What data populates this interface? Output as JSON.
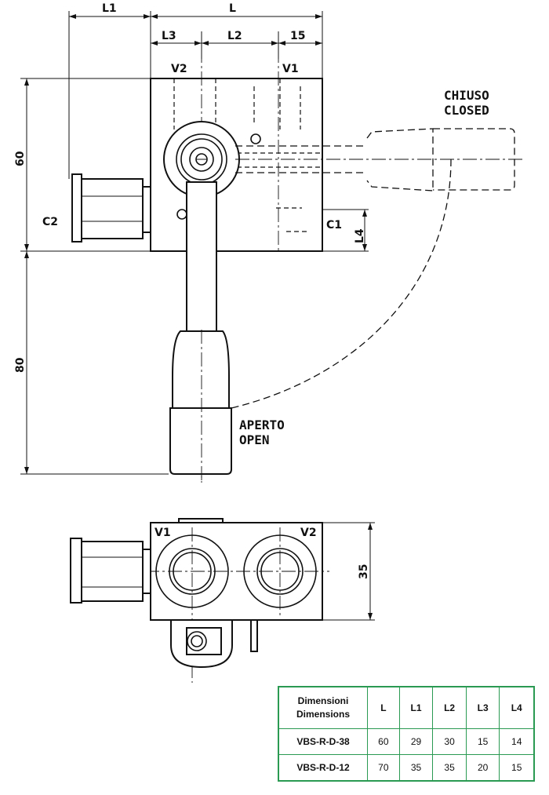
{
  "drawing": {
    "top_dimensions": {
      "overall": "L",
      "offset": "L1",
      "segment_a": "L3",
      "segment_b": "L2",
      "segment_c": "15"
    },
    "side_dimensions": {
      "body_height": "60",
      "handle_length": "80",
      "port_offset": "L4",
      "block_depth": "35"
    },
    "ports": {
      "top_left": "V2",
      "top_right": "V1",
      "side_left": "C2",
      "side_right": "C1",
      "bottom_left": "V1",
      "bottom_right": "V2"
    },
    "positions": {
      "closed_it": "CHIUSO",
      "closed_en": "CLOSED",
      "open_it": "APERTO",
      "open_en": "OPEN"
    }
  },
  "table": {
    "header_line1": "Dimensioni",
    "header_line2": "Dimensions",
    "columns": [
      "L",
      "L1",
      "L2",
      "L3",
      "L4"
    ],
    "rows": [
      {
        "model": "VBS-R-D-38",
        "values": [
          "60",
          "29",
          "30",
          "15",
          "14"
        ]
      },
      {
        "model": "VBS-R-D-12",
        "values": [
          "70",
          "35",
          "35",
          "20",
          "15"
        ]
      }
    ],
    "border_color": "#2a9a52"
  }
}
